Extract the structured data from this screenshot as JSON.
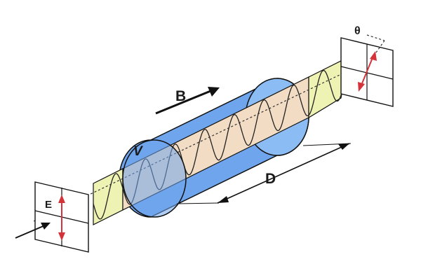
{
  "labels": {
    "B": "B",
    "V": "V",
    "D": "D",
    "E": "E",
    "theta": "θ"
  },
  "colors": {
    "cylinder_side": "#6fa5ec",
    "cylinder_end": "#8cbcf4",
    "cylinder_dark": "#4f86d6",
    "wave_plane": "#eef3b4",
    "wave_plane_inside": "#f2dcc4",
    "wave_line": "#222222",
    "polarization_arrow": "#d4333a",
    "outline": "#111111"
  },
  "icons": {
    "input_polarizer": "polarizer-plate-icon",
    "output_polarizer": "polarizer-plate-icon",
    "field_arrow": "double-arrow-icon"
  }
}
